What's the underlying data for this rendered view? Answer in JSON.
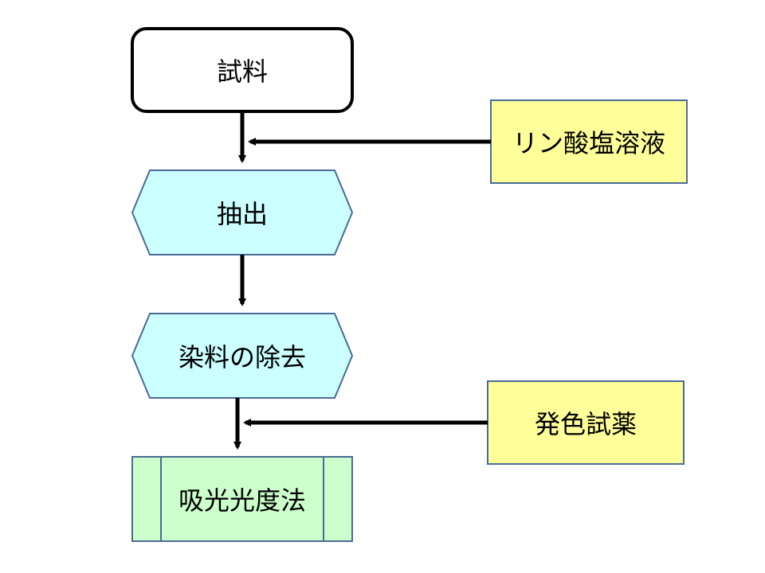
{
  "nodes": {
    "sample": "試料",
    "extraction": "抽出",
    "dye_removal": "染料の除去",
    "absorbance": "吸光光度法",
    "phosphate": "リン酸塩溶液",
    "reagent": "発色試薬"
  },
  "colors": {
    "terminal_fill": "#ffffff",
    "prep_fill": "#ccffff",
    "process_fill": "#ccffcc",
    "input_fill": "#ffff99",
    "border_blue": "#4a6b96",
    "line": "#000000"
  }
}
